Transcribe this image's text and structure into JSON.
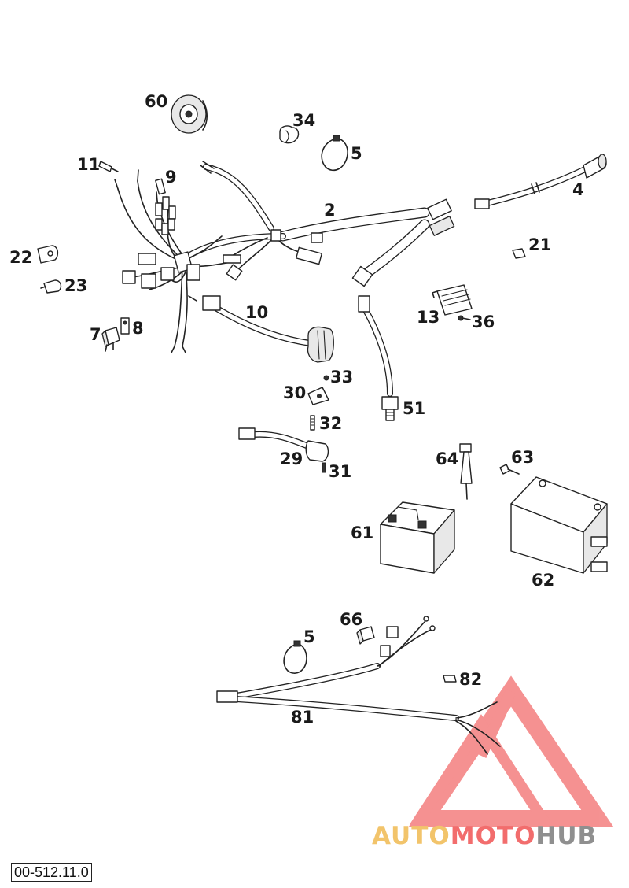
{
  "document": {
    "reference": "00-512.11.0"
  },
  "watermark": {
    "word_1": "AUTO",
    "word_2": "MOTO",
    "word_3": "HUB",
    "colors": {
      "auto": "#f2c46b",
      "moto": "#f26d6d",
      "hub": "#8f8f8f",
      "triangle": "#f26d6d"
    }
  },
  "labels": {
    "p2": "2",
    "p4": "4",
    "p5a": "5",
    "p5b": "5",
    "p7": "7",
    "p8": "8",
    "p9": "9",
    "p10": "10",
    "p11": "11",
    "p13": "13",
    "p21": "21",
    "p22": "22",
    "p23": "23",
    "p29": "29",
    "p30": "30",
    "p31": "31",
    "p32": "32",
    "p33": "33",
    "p34": "34",
    "p36": "36",
    "p51": "51",
    "p60": "60",
    "p61": "61",
    "p62": "62",
    "p63": "63",
    "p64": "64",
    "p66": "66",
    "p81": "81",
    "p82": "82"
  }
}
